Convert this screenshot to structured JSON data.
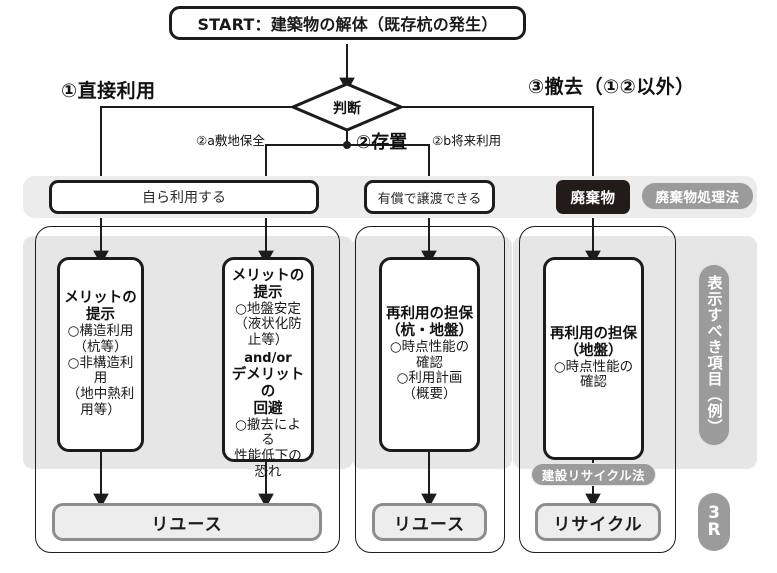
{
  "diagram": {
    "title_box": {
      "label": "START：建築物の解体（既存杭の発生）"
    },
    "decision": {
      "label": "判断"
    },
    "branches": {
      "b1": "①直接利用",
      "b2": "②存置",
      "b3": "③撤去（①②以外）"
    },
    "edge_labels": {
      "e_2a": "②a敷地保全",
      "e_2b": "②b将来利用"
    },
    "mid_row": {
      "own_use": "自ら利用する",
      "paid_transfer": "有償で譲渡できる",
      "waste_tag": "廃棄物",
      "waste_law_pill": "廃棄物処理法"
    },
    "columns": [
      {
        "id": "col-merit-structural",
        "heading": "メリットの\n提示",
        "body": "○構造利用\n（杭等）\n○非構造利用\n（地中熱利\n用等）",
        "middle_connector": "",
        "tail": ""
      },
      {
        "id": "col-merit-ground",
        "heading": "メリットの\n提示",
        "body": "○地盤安定\n（液状化防\n止等）",
        "middle_connector": "and/or",
        "heading2": "デメリットの\n回避",
        "body2": "○撤去による\n性能低下の\n恐れ"
      },
      {
        "id": "col-reuse-pile-ground",
        "heading": "再利用の担保\n（杭・地盤）",
        "body": "○時点性能の\n確認\n○利用計画\n（概要）"
      },
      {
        "id": "col-reuse-ground",
        "heading": "再利用の担保\n（地盤）",
        "body": "○時点性能の\n確認",
        "pill": "建設リサイクル法"
      }
    ],
    "results": [
      {
        "id": "result-reuse-left",
        "label": "リユース"
      },
      {
        "id": "result-reuse-mid",
        "label": "リユース"
      },
      {
        "id": "result-recycle",
        "label": "リサイクル"
      }
    ],
    "side_labels": {
      "display_items": "表示すべき項目（例）",
      "three_r_top": "3",
      "three_r_bottom": "R"
    },
    "colors": {
      "ink": "#1c1c1c",
      "band": "#ececec",
      "panel": "#e6e6e6",
      "result_fill": "#ededed",
      "result_border": "#8d8d8d",
      "gray_pill": "#9b9b9b",
      "dark_tag": "#231b17"
    }
  }
}
